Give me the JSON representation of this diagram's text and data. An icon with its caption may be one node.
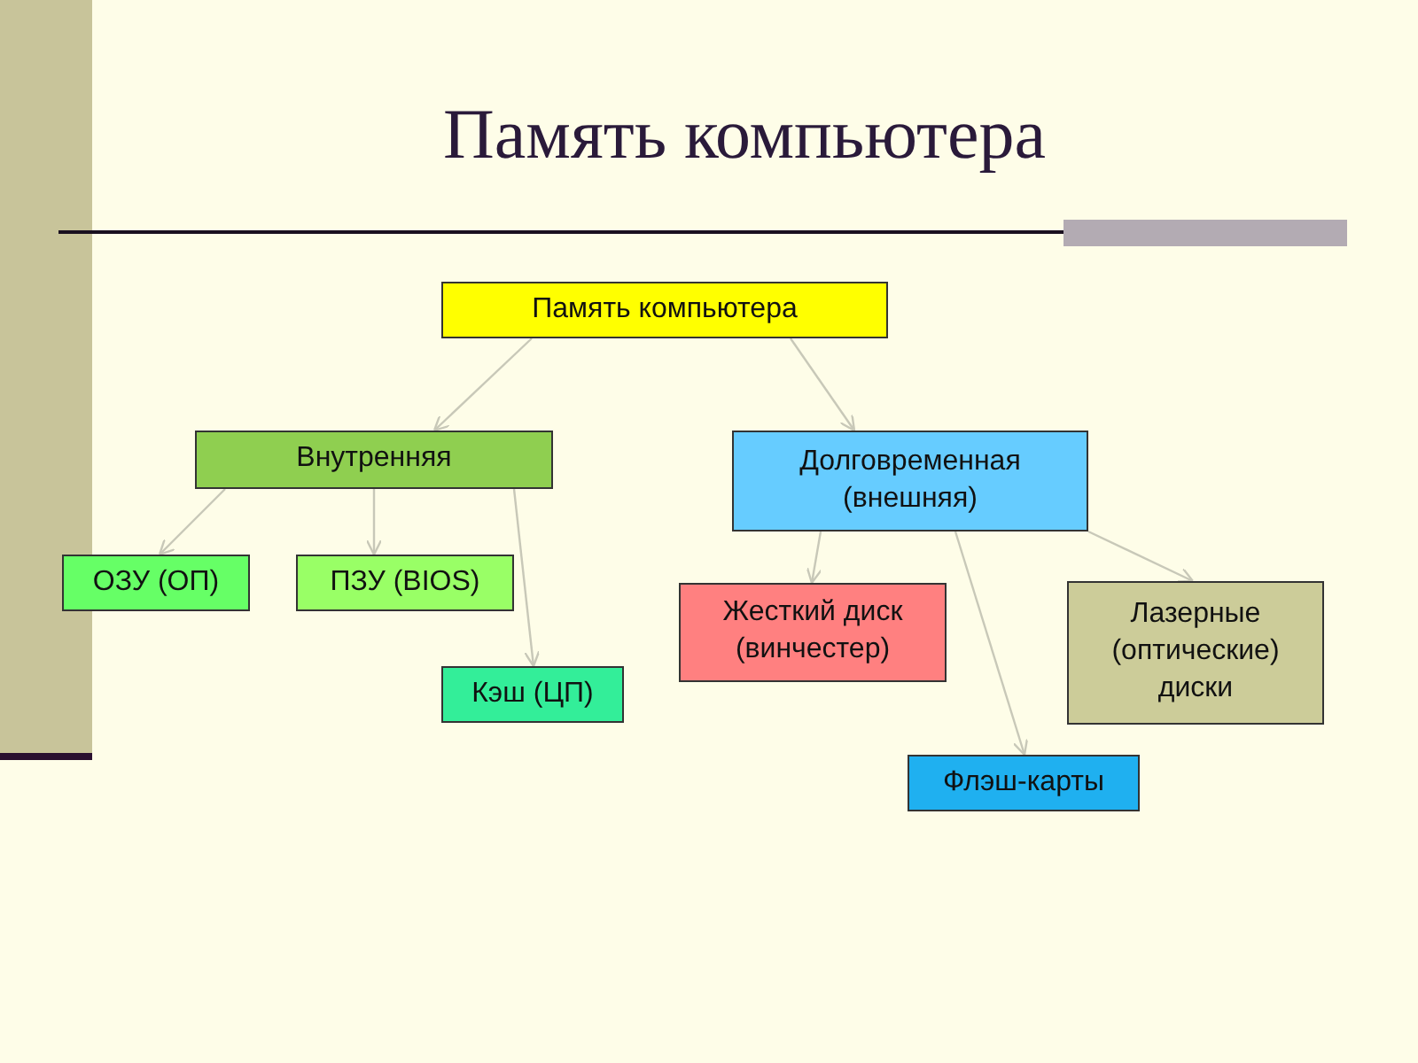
{
  "diagram": {
    "title": "Память компьютера",
    "nodes": [
      {
        "text": [
          "Память компьютера"
        ]
      },
      {
        "text": [
          "Внутренняя"
        ]
      },
      {
        "text": [
          "Долговременная (внешняя)"
        ]
      },
      {
        "text": [
          "ОЗУ (ОП)"
        ]
      },
      {
        "text": [
          "ПЗУ (BIOS)"
        ]
      },
      {
        "text": [
          "Кэш (ЦП)"
        ]
      },
      {
        "text": [
          "Жесткий диск (винчестер)"
        ]
      },
      {
        "text": [
          "Лазерные (оптические) диски"
        ]
      },
      {
        "text": [
          "Флэш-карты"
        ]
      }
    ],
    "edges": [
      {
        "from": 0,
        "to": 1,
        "arrow": "to"
      },
      {
        "from": 0,
        "to": 2,
        "arrow": "to"
      },
      {
        "from": 1,
        "to": 3,
        "arrow": "to"
      },
      {
        "from": 1,
        "to": 4,
        "arrow": "to"
      },
      {
        "from": 1,
        "to": 5,
        "arrow": "to"
      },
      {
        "from": 2,
        "to": 6,
        "arrow": "to"
      },
      {
        "from": 2,
        "to": 7,
        "arrow": "to"
      },
      {
        "from": 2,
        "to": 8,
        "arrow": "to"
      }
    ]
  }
}
